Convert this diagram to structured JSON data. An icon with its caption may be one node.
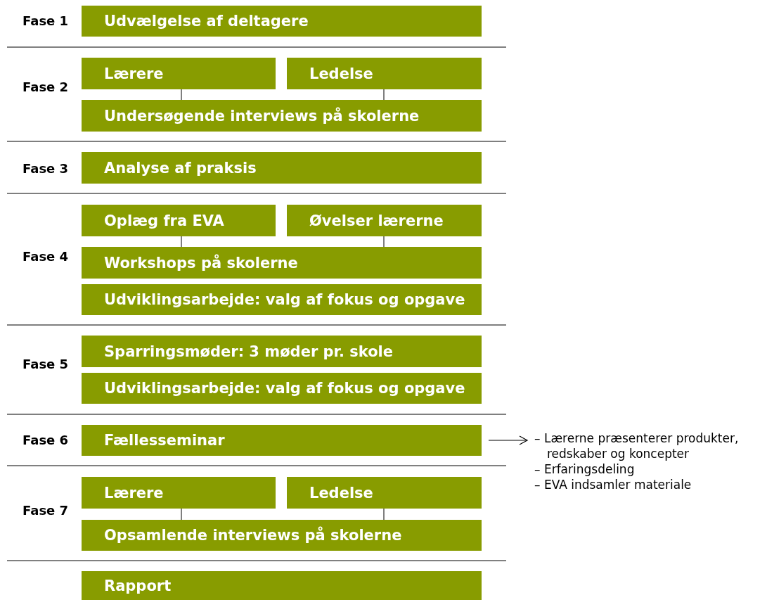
{
  "diagram": {
    "nodes": [
      {
        "text": [
          "Udvælgelse af deltagere"
        ]
      },
      {
        "text": [
          "Lærere"
        ]
      },
      {
        "text": [
          "Ledelse"
        ]
      },
      {
        "text": [
          "Undersøgende interviews på skolerne"
        ]
      },
      {
        "text": [
          "Analyse af praksis"
        ]
      },
      {
        "text": [
          "Oplæg fra EVA"
        ]
      },
      {
        "text": [
          "Øvelser lærerne"
        ]
      },
      {
        "text": [
          "Workshops på skolerne"
        ]
      },
      {
        "text": [
          "Udviklingsarbejde: valg af fokus og opgave"
        ]
      },
      {
        "text": [
          "Sparringsmøder: 3 møder pr. skole"
        ]
      },
      {
        "text": [
          "Udviklingsarbejde: valg af fokus og opgave"
        ]
      },
      {
        "text": [
          "Fællesseminar"
        ]
      },
      {
        "text": [
          "– Lærerne præsenterer produkter, redskaber og koncepter",
          "– Erfaringsdeling",
          "– EVA indsamler materiale"
        ]
      },
      {
        "text": [
          "Lærere"
        ]
      },
      {
        "text": [
          "Ledelse"
        ]
      },
      {
        "text": [
          "Opsamlende interviews på skolerne"
        ]
      },
      {
        "text": [
          "Rapport"
        ]
      }
    ],
    "edges": [
      {
        "from": 1,
        "to": 3,
        "arrow": "none"
      },
      {
        "from": 2,
        "to": 3,
        "arrow": "none"
      },
      {
        "from": 5,
        "to": 7,
        "arrow": "none"
      },
      {
        "from": 6,
        "to": 7,
        "arrow": "none"
      },
      {
        "from": 11,
        "to": 12,
        "arrow": "to"
      },
      {
        "from": 13,
        "to": 15,
        "arrow": "none"
      },
      {
        "from": 14,
        "to": 15,
        "arrow": "none"
      }
    ],
    "labels": [
      "Fase 1",
      "Fase 2",
      "Fase 3",
      "Fase 4",
      "Fase 5",
      "Fase 6",
      "Fase 7"
    ]
  }
}
